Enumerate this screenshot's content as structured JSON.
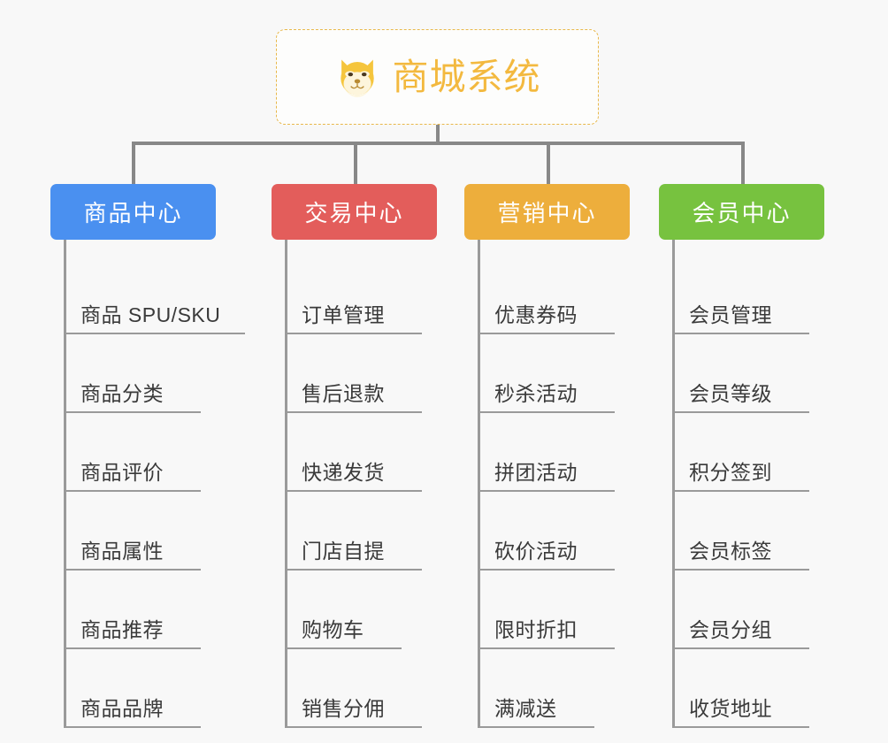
{
  "background_color": "#f8f8f8",
  "root": {
    "title": "商城系统",
    "icon": "shiba-dog-face-emoji",
    "text_color": "#f3b93f",
    "border_color": "#e8b84b"
  },
  "connector_color": "#888888",
  "branches": [
    {
      "title": "商品中心",
      "color": "#4a90f0",
      "items": [
        {
          "label": "商品 SPU/SKU",
          "underline_width": 205
        },
        {
          "label": "商品分类",
          "underline_width": 155
        },
        {
          "label": "商品评价",
          "underline_width": 155
        },
        {
          "label": "商品属性",
          "underline_width": 155
        },
        {
          "label": "商品推荐",
          "underline_width": 155
        },
        {
          "label": "商品品牌",
          "underline_width": 155
        }
      ]
    },
    {
      "title": "交易中心",
      "color": "#e35d5b",
      "items": [
        {
          "label": "订单管理",
          "underline_width": 155
        },
        {
          "label": "售后退款",
          "underline_width": 155
        },
        {
          "label": "快递发货",
          "underline_width": 155
        },
        {
          "label": "门店自提",
          "underline_width": 155
        },
        {
          "label": "购物车",
          "underline_width": 132
        },
        {
          "label": "销售分佣",
          "underline_width": 155
        }
      ]
    },
    {
      "title": "营销中心",
      "color": "#edae3c",
      "items": [
        {
          "label": "优惠券码",
          "underline_width": 155
        },
        {
          "label": "秒杀活动",
          "underline_width": 155
        },
        {
          "label": "拼团活动",
          "underline_width": 155
        },
        {
          "label": "砍价活动",
          "underline_width": 155
        },
        {
          "label": "限时折扣",
          "underline_width": 155
        },
        {
          "label": "满减送",
          "underline_width": 132
        }
      ]
    },
    {
      "title": "会员中心",
      "color": "#77c23f",
      "items": [
        {
          "label": "会员管理",
          "underline_width": 155
        },
        {
          "label": "会员等级",
          "underline_width": 155
        },
        {
          "label": "积分签到",
          "underline_width": 155
        },
        {
          "label": "会员标签",
          "underline_width": 155
        },
        {
          "label": "会员分组",
          "underline_width": 155
        },
        {
          "label": "收货地址",
          "underline_width": 155
        }
      ]
    }
  ]
}
